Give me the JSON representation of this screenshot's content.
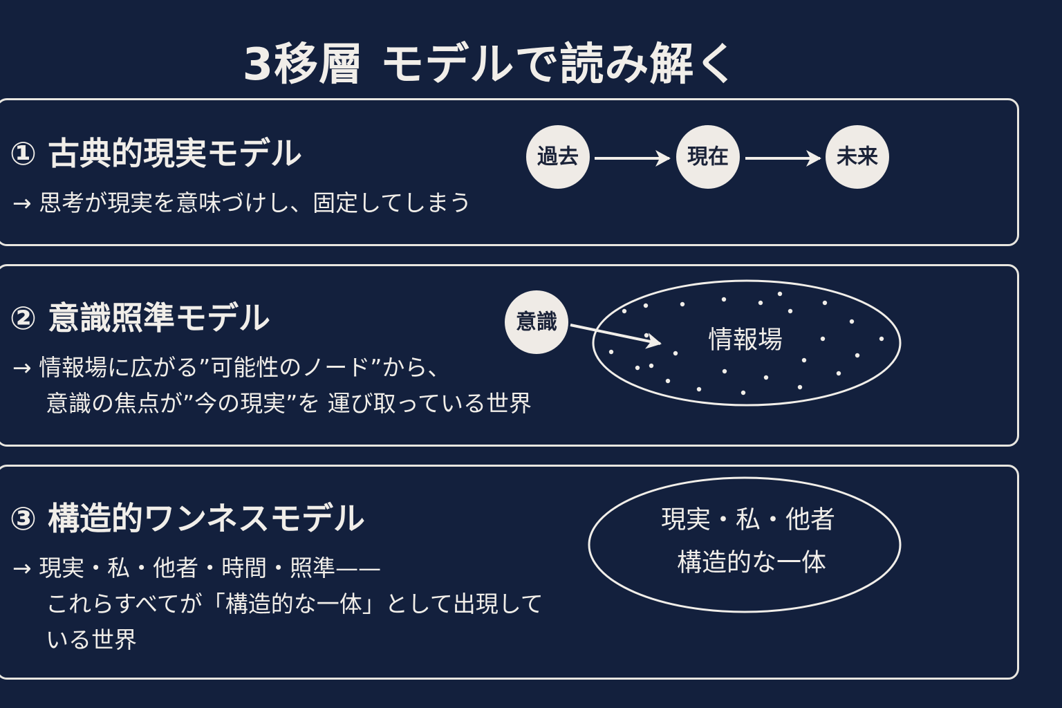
{
  "title": "3移層 モデルで読み解く",
  "sections": [
    {
      "heading": "① 古典的現実モデル",
      "lines": [
        "→ 思考が現実を意味づけし、固定してしまう"
      ],
      "diagram": {
        "nodes": [
          "過去",
          "現在",
          "未来"
        ]
      }
    },
    {
      "heading": "② 意識照準モデル",
      "lines": [
        "→ 情報場に広がる”可能性のノード”から、",
        "意識の焦点が”今の現実”を 運び取っている世界"
      ],
      "diagram": {
        "node": "意識",
        "field": "情報場"
      }
    },
    {
      "heading": "③ 構造的ワンネスモデル",
      "lines": [
        "→ 現実・私・他者・時間・照準——",
        "これらすべてが「構造的な一体」として出現して",
        "いる世界"
      ],
      "diagram": {
        "line1": "現実・私・他者",
        "line2": "構造的な一体"
      }
    }
  ],
  "colors": {
    "background": "#13203d",
    "foreground": "#f1eee9",
    "node_fill": "#efebe6"
  }
}
